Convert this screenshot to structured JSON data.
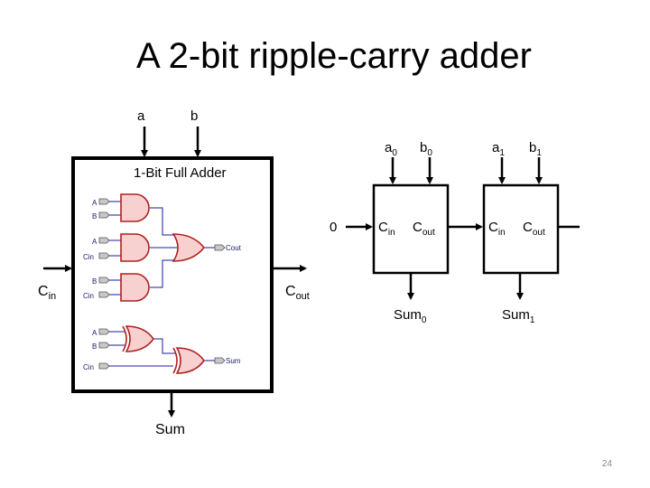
{
  "title": "A 2-bit ripple-carry adder",
  "page_number": "24",
  "full_adder": {
    "title": "1-Bit Full Adder",
    "input_a": "a",
    "input_b": "b",
    "carry_in": {
      "main": "C",
      "sub": "in"
    },
    "carry_out": {
      "main": "C",
      "sub": "out"
    },
    "sum": "Sum",
    "gate_inputs": {
      "and1": [
        "A",
        "B"
      ],
      "and2": [
        "A",
        "Cin"
      ],
      "and3": [
        "B",
        "Cin"
      ],
      "xor1": [
        "A",
        "B"
      ],
      "xor2": [
        "Cin"
      ]
    },
    "outputs": {
      "cout": "Cout",
      "sum": "Sum"
    }
  },
  "ripple": {
    "carry_in_value": "0",
    "stage0": {
      "a": {
        "main": "a",
        "sub": "0"
      },
      "b": {
        "main": "b",
        "sub": "0"
      },
      "cin": {
        "main": "C",
        "sub": "in"
      },
      "cout": {
        "main": "C",
        "sub": "out"
      },
      "sum": {
        "main": "Sum",
        "sub": "0"
      }
    },
    "stage1": {
      "a": {
        "main": "a",
        "sub": "1"
      },
      "b": {
        "main": "b",
        "sub": "1"
      },
      "cin": {
        "main": "C",
        "sub": "in"
      },
      "cout": {
        "main": "C",
        "sub": "out"
      },
      "sum": {
        "main": "Sum",
        "sub": "1"
      }
    }
  },
  "colors": {
    "gate_fill": "#f7d0d0",
    "gate_stroke": "#b02020",
    "wire_blue": "#1a1aa0"
  }
}
